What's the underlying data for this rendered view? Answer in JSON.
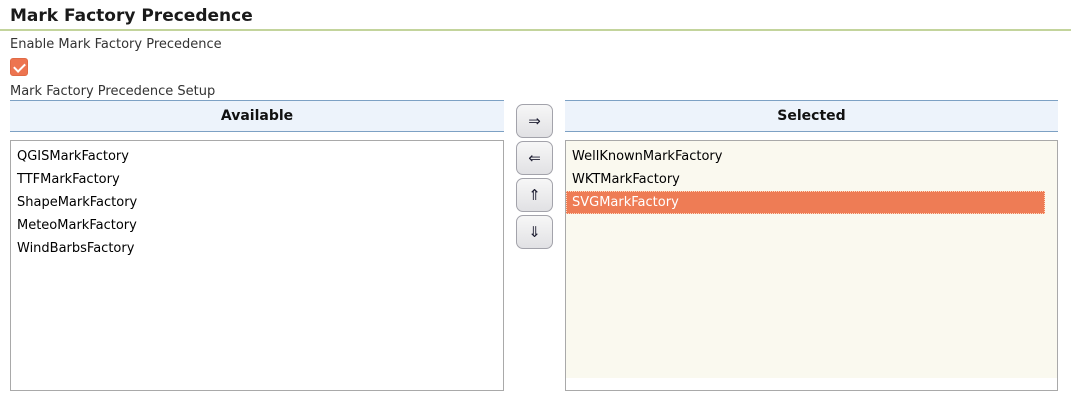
{
  "header": {
    "title": "Mark Factory Precedence"
  },
  "form": {
    "enable_label": "Enable Mark Factory Precedence",
    "checkbox_checked": "checked",
    "setup_label": "Mark Factory Precedence Setup"
  },
  "palette": {
    "available": {
      "header": "Available",
      "items": [
        "QGISMarkFactory",
        "TTFMarkFactory",
        "ShapeMarkFactory",
        "MeteoMarkFactory",
        "WindBarbsFactory"
      ]
    },
    "selected": {
      "header": "Selected",
      "items": [
        {
          "label": "WellKnownMarkFactory",
          "selected": false
        },
        {
          "label": "WKTMarkFactory",
          "selected": false
        },
        {
          "label": "SVGMarkFactory",
          "selected": true
        }
      ]
    },
    "buttons": [
      {
        "name": "move-to-selected",
        "glyph": "⇒"
      },
      {
        "name": "move-to-available",
        "glyph": "⇐"
      },
      {
        "name": "move-up",
        "glyph": "⇑"
      },
      {
        "name": "move-down",
        "glyph": "⇓"
      }
    ]
  },
  "colors": {
    "accent_orange": "#ee7c55",
    "checkbox_orange": "#ed7450",
    "header_bg": "#edf3fb",
    "header_border": "#7da1c4",
    "title_rule_green": "#c3d49c",
    "selected_list_bg": "#faf9ef",
    "list_border": "#a9a9a9"
  }
}
